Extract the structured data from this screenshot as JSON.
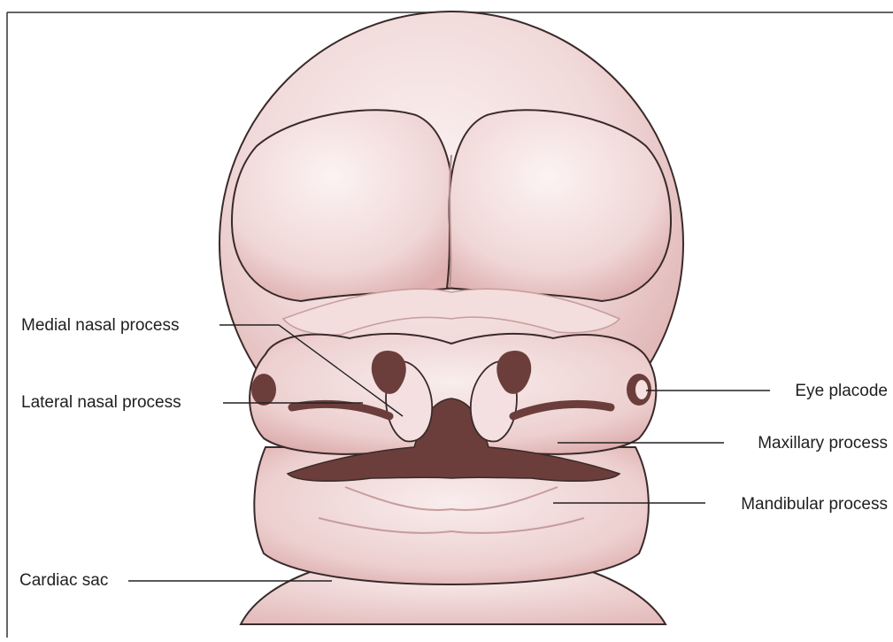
{
  "figure": {
    "labels": {
      "medial_nasal_process": "Medial nasal process",
      "lateral_nasal_process": "Lateral nasal process",
      "cardiac_sac": "Cardiac sac",
      "eye_placode": "Eye placode",
      "maxillary_process": "Maxillary process",
      "mandibular_process": "Mandibular process"
    },
    "colors": {
      "skin_light": "#f6e6e6",
      "skin_mid": "#ecc9c9",
      "skin_shadow": "#d9a8a8",
      "cavity": "#6b3e3b",
      "outline": "#3a2a2a",
      "leader_line": "#222222",
      "frame": "#333333"
    }
  }
}
